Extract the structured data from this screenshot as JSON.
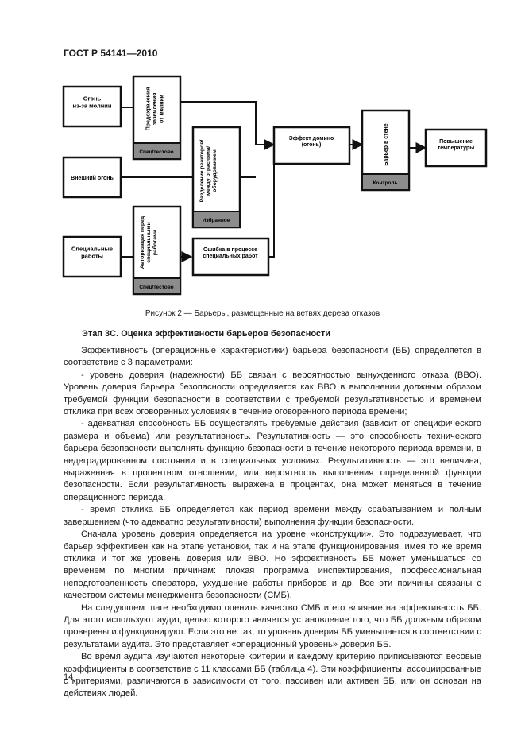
{
  "header": "ГОСТ Р 54141—2010",
  "diagram": {
    "fire_lightning": "Огонь\nиз-за молнии",
    "lightning_protection": "Предохранения\nзаземления\nот молнии",
    "spec_fire": "Спец/тестово",
    "external_fire": "Внешний огонь",
    "separation": "Разделение реакторов/\nмежду отраслями/\nоборудованием",
    "separation_tag": "Избранное",
    "special_work": "Специальные\nработы",
    "work_authorization": "Авторизация перед\nспециальными\nработами",
    "spec_work_tag": "Спец/тестово",
    "special_work_error": "Ошибка в процессе\nспециальных работ",
    "domino": "Эффект домино\n(огонь)",
    "fire_barrier": "Барьер в стене",
    "control_tag": "Контроль",
    "temp_rise": "Повышение\nтемпературы"
  },
  "caption": "Рисунок 2 — Барьеры, размещенные на ветвях дерева отказов",
  "section_title": "Этап 3С. Оценка эффективности барьеров безопасности",
  "paragraphs": [
    "Эффективность (операционные характеристики) барьера безопасности (ББ) определяется в соответствие с 3 параметрами:",
    "- уровень доверия (надежности) ББ связан с вероятностью вынужденного отказа (ВВО). Уровень доверия барьера безопасности определяется как ВВО в выполнении должным образом требуемой функции безопасности в соответствии с требуемой результативностью и временем отклика при всех оговоренных условиях в течение оговоренного периода времени;",
    "- адекватная способность ББ осуществлять требуемые действия (зависит от специфического размера и объема) или результативность. Результативность — это способность технического барьера безопасности выполнять функцию безопасности в течение некоторого периода времени, в недеградированном состоянии и в специальных условиях. Результативность — это величина, выраженная в процентном отношении, или вероятность выполнения определенной функции безопасности. Если результативность выражена в процентах, она может меняться в течение операционного периода;",
    "- время отклика ББ определяется как период времени между срабатыванием и полным завершением (что адекватно результативности) выполнения функции безопасности.",
    "Сначала уровень доверия определяется на уровне «конструкции». Это подразумевает, что барьер эффективен как на этапе установки, так и на этапе функционирования, имея то же время отклика и тот же уровень доверия или ВВО. Но эффективность ББ может уменьшаться со временем по многим причинам: плохая программа инспектирования, профессиональная неподготовленность оператора, ухудшение работы приборов и др. Все эти причины связаны с качеством системы менеджмента безопасности (СМБ).",
    "На следующем шаге необходимо оценить качество СМБ и его влияние на эффективность ББ. Для этого используют аудит, целью которого является установление того, что ББ должным образом проверены и функционируют. Если это не так, то уровень доверия ББ уменьшается в соответствии с результатами аудита. Это представляет «операционный уровень» доверия ББ.",
    "Во время аудита изучаются некоторые критерии и каждому критерию приписываются весовые коэффициенты в соответствие с 11 классами ББ (таблица 4). Эти коэффициенты, ассоциированные с критериями, различаются в зависимости от того, пассивен или активен ББ, или он основан на действиях людей."
  ],
  "page_number": "14"
}
